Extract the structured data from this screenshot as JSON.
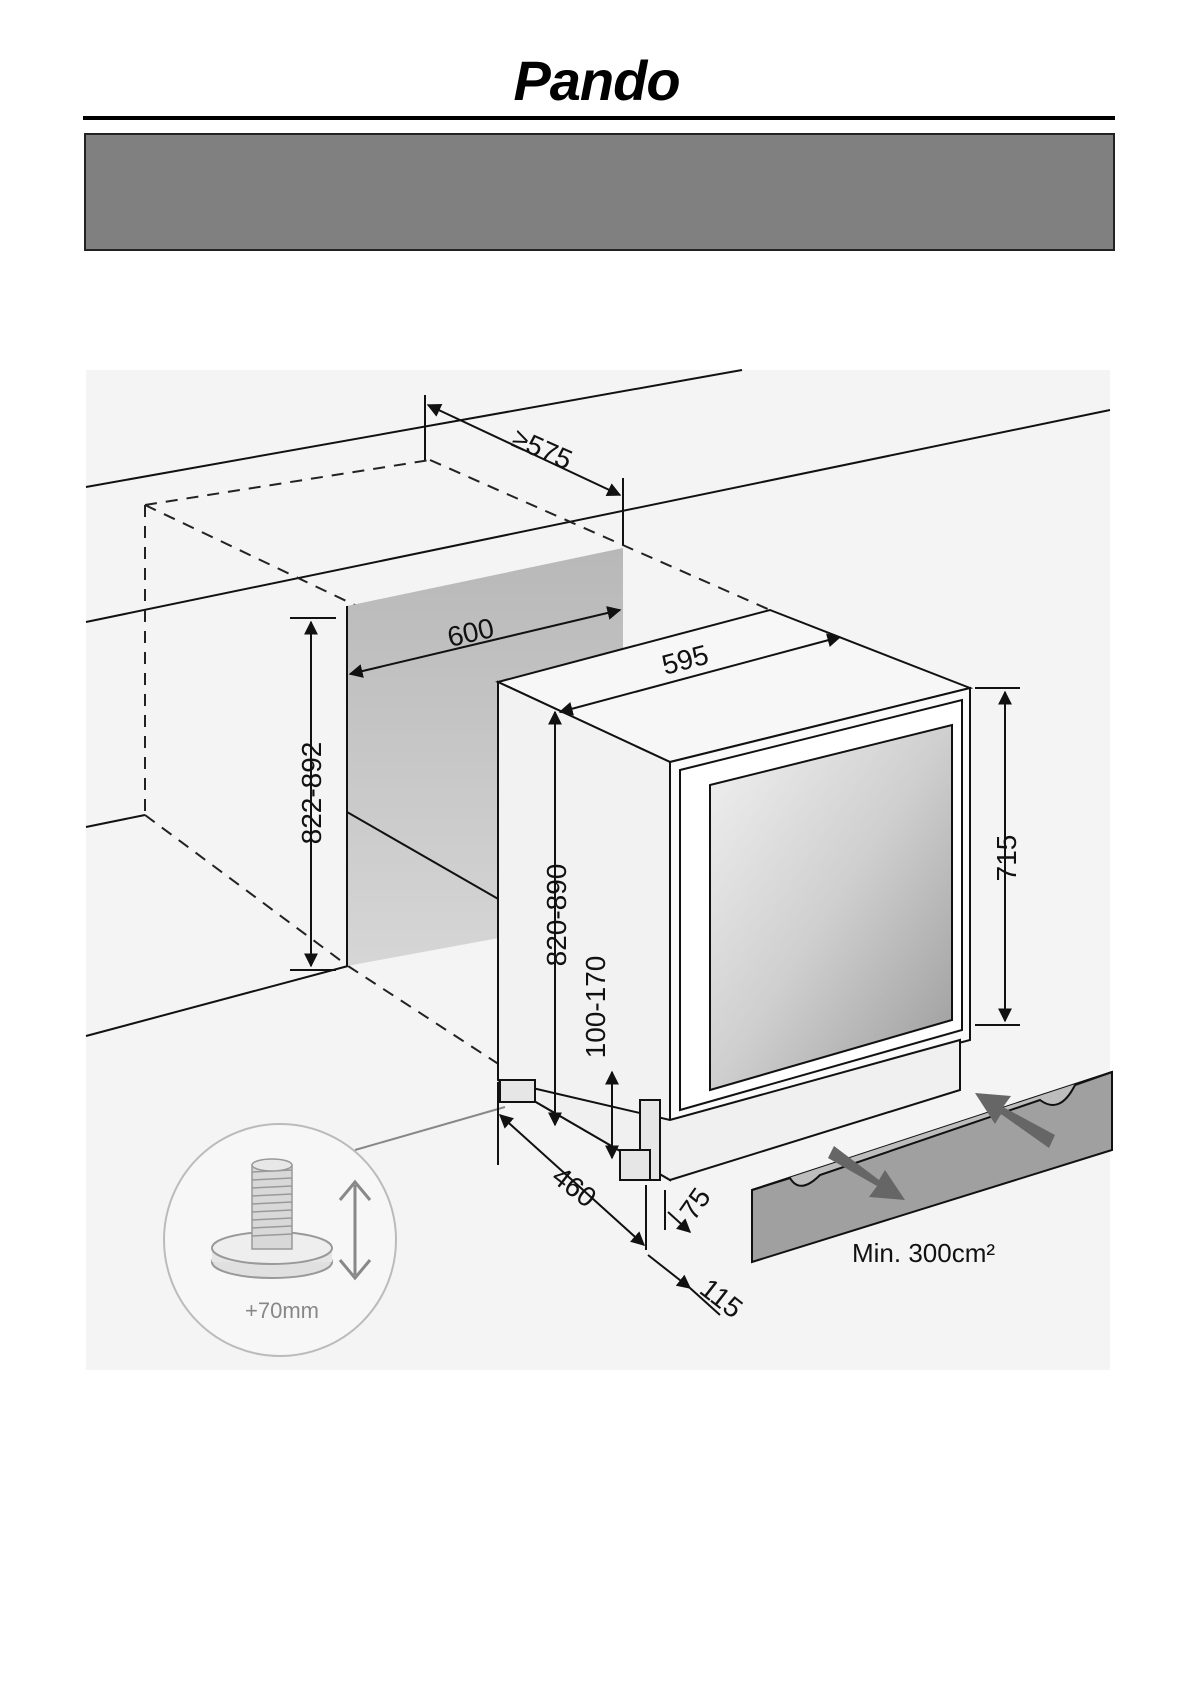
{
  "header": {
    "brand": "Pando"
  },
  "diagram": {
    "dimensions": {
      "depth_min": "≥575",
      "niche_width": "600",
      "appliance_width": "595",
      "niche_height": "822-892",
      "appliance_height": "820-890",
      "plinth_height": "100-170",
      "door_height": "715",
      "foot_depth": "460",
      "plinth_offset": "75",
      "plinth_setback": "115"
    },
    "ventilation_note": "Min. 300cm²",
    "foot_adjustment": "+70mm"
  },
  "colors": {
    "header_bar": "#808080",
    "niche_fill": "#bdbdbd",
    "plinth_fill": "#9e9e9e",
    "arrow": "#666666"
  }
}
